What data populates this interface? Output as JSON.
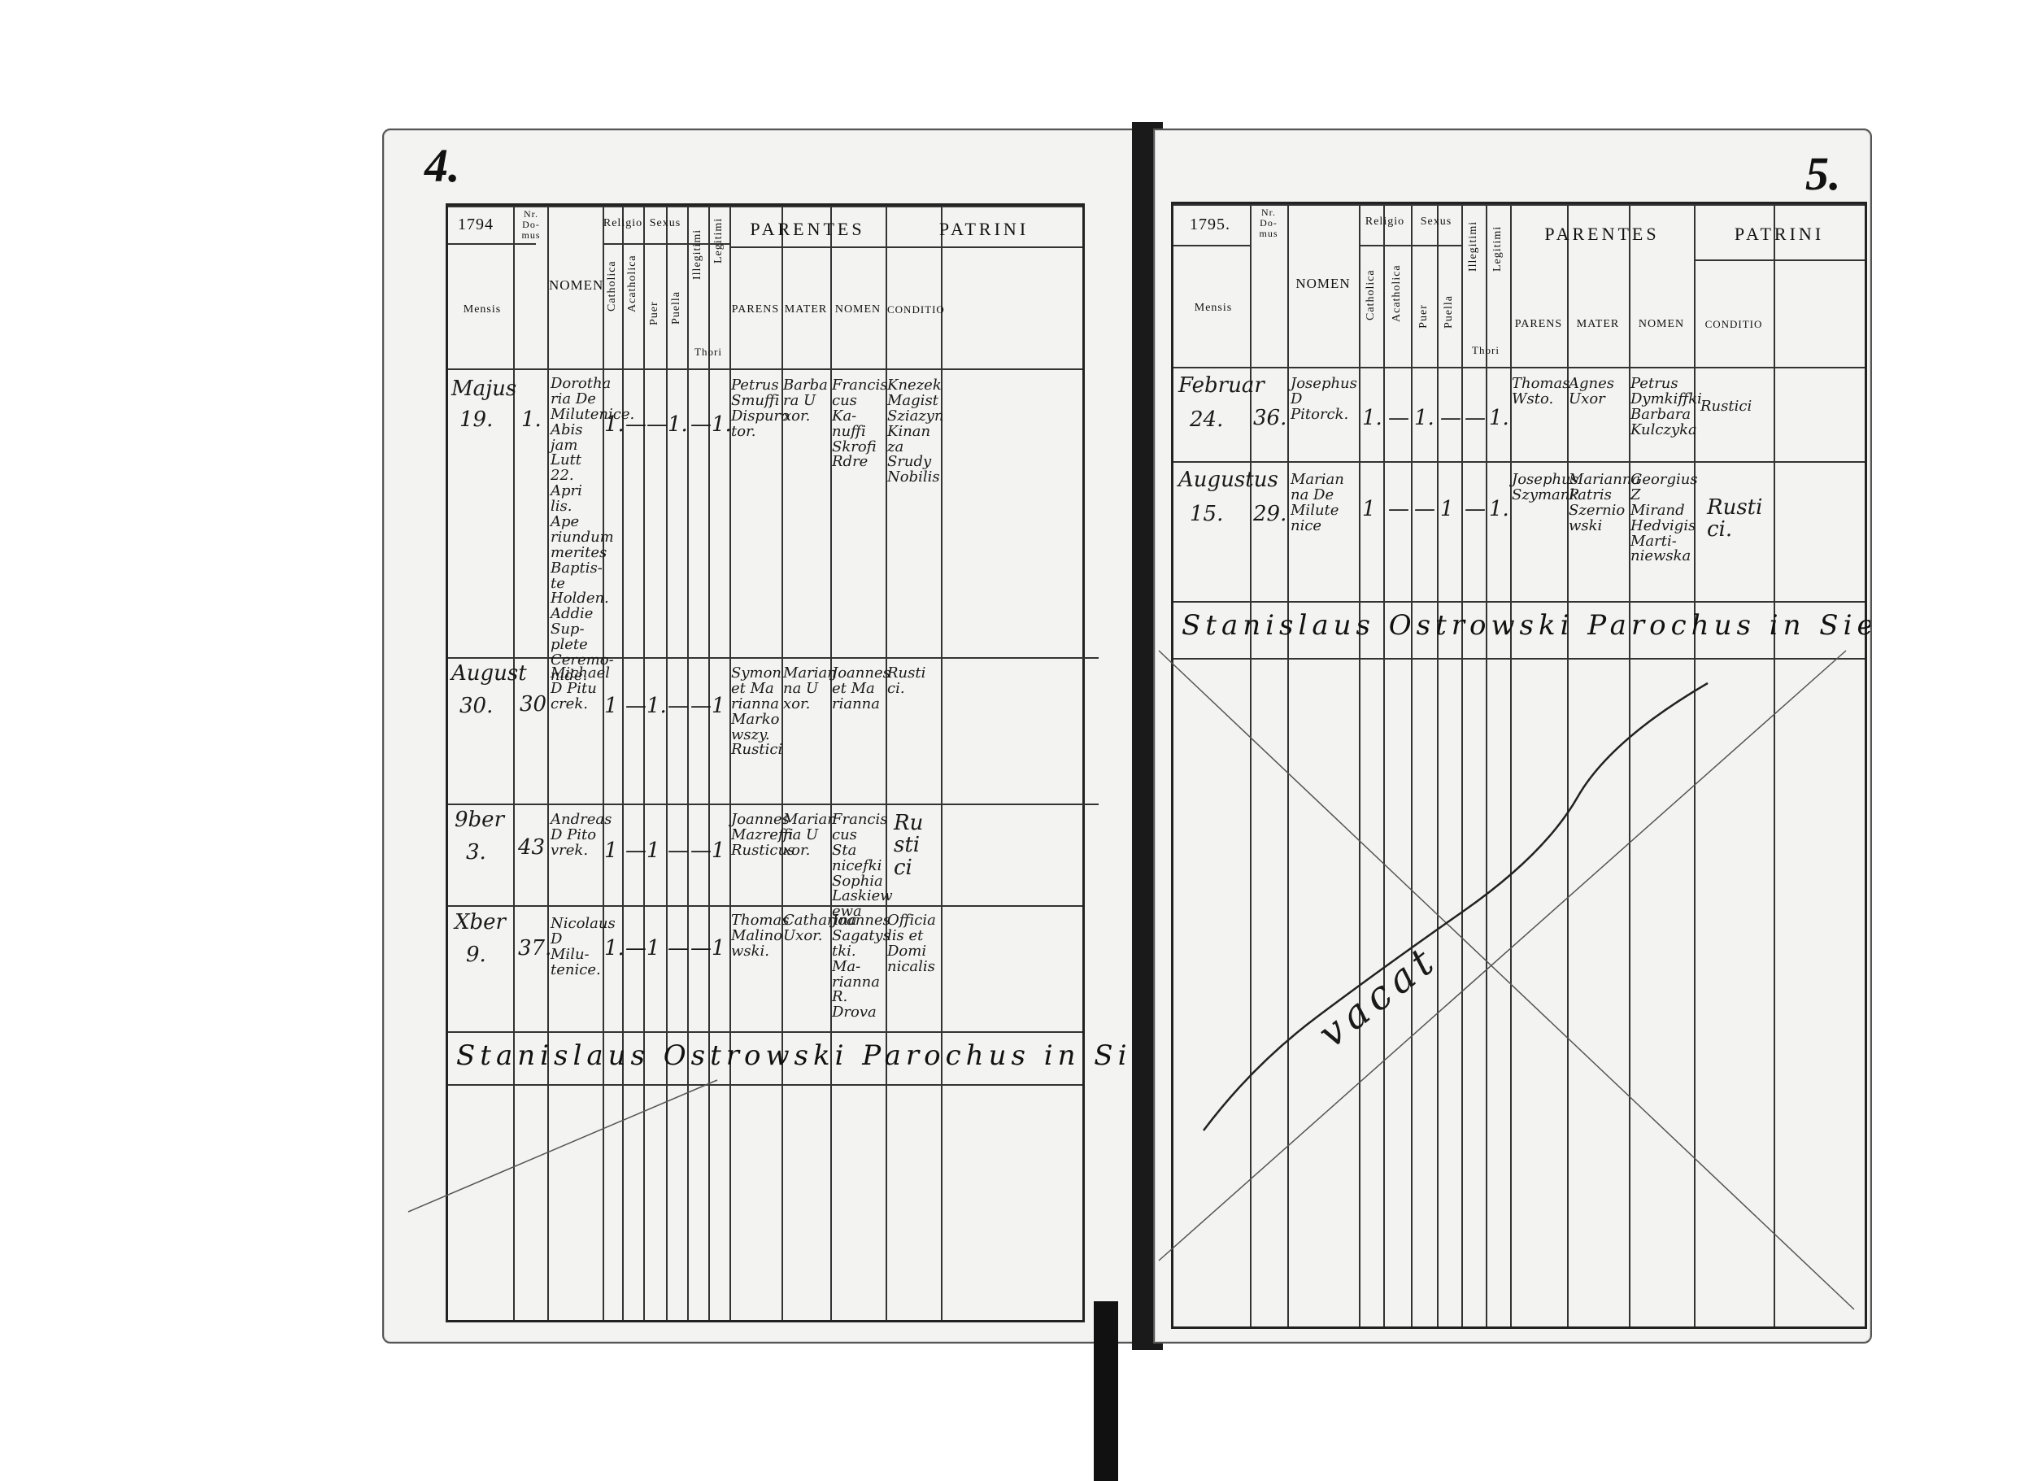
{
  "left": {
    "page_number": "4.",
    "year": "1794",
    "headers": {
      "nr_domus": "Nr. Do- mus",
      "nomen": "NOMEN",
      "religio": "Religio",
      "sexus": "Sexus",
      "parentes": "PARENTES",
      "patrini": "PATRINI",
      "mensis": "Mensis",
      "catholica": "Catholica",
      "acatholica": "Acatholica",
      "puer": "Puer",
      "puella": "Puella",
      "illegitimi": "Illegitimi",
      "legitimi": "Legitimi",
      "thori": "Thori",
      "parens": "PARENS",
      "mater": "MATER",
      "nomen_patrini": "NOMEN",
      "conditio": "CONDITIO"
    },
    "entries": [
      {
        "month": "Majus",
        "day": "19.",
        "domus": "1.",
        "name": "Dorotha ria De Milutenice. Abis jam Lutt 22. Apri lis. Ape riundum merites Baptis- te Holden. Addie Sup- plete Ceremo- nide.",
        "cath": "1.",
        "acath": "—",
        "puer": "—",
        "puella": "1.",
        "illeg": "—",
        "leg": "1.",
        "parens": "Petrus Smuffi Dispuro tor.",
        "mater": "Barba ra U xor.",
        "patrini": "Francis cus Ka- nuffi Skrofi Rdre",
        "conditio": "Knezek Magist Sziazyn Kinan za Srudy Nobilis"
      },
      {
        "month": "August",
        "day": "30.",
        "domus": "30",
        "name": "Michael D Pitu crek.",
        "cath": "1",
        "acath": "—",
        "puer": "1.",
        "puella": "—",
        "illeg": "—",
        "leg": "1",
        "parens": "Symon et Ma rianna Marko wszy. Rustici",
        "mater": "Marian na U xor.",
        "patrini": "Joannes et Ma rianna",
        "conditio": "Rusti ci."
      },
      {
        "month": "9ber",
        "day": "3.",
        "domus": "43",
        "name": "Andreas D Pito vrek.",
        "cath": "1",
        "acath": "—",
        "puer": "1",
        "puella": "—",
        "illeg": "—",
        "leg": "1",
        "parens": "Joannes Mazreffi Rusticus",
        "mater": "Marian na U xor.",
        "patrini": "Francis cus Sta nicefki Sophia Laskiew ewa",
        "conditio": "Ru sti ci"
      },
      {
        "month": "Xber",
        "day": "9.",
        "domus": "37.",
        "name": "Nicolaus D Milu- tenice.",
        "cath": "1.",
        "acath": "—",
        "puer": "1",
        "puella": "—",
        "illeg": "—",
        "leg": "1",
        "parens": "Thomas Malino wski.",
        "mater": "Catharina Uxor.",
        "patrini": "Joannes Sagatys tki. Ma- rianna R. Drova",
        "conditio": "Officia lis et Domi nicalis"
      }
    ],
    "signature": "Stanislaus Ostrowski Parochus in Sieradza"
  },
  "right": {
    "page_number": "5.",
    "year": "1795.",
    "headers": {
      "nr_domus": "Nr. Do- mus",
      "nomen": "NOMEN",
      "religio": "Religio",
      "sexus": "Sexus",
      "parentes": "PARENTES",
      "patrini": "PATRINI",
      "mensis": "Mensis",
      "catholica": "Catholica",
      "acatholica": "Acatholica",
      "puer": "Puer",
      "puella": "Puella",
      "illegitimi": "Illegitimi",
      "legitimi": "Legitimi",
      "thori": "Thori",
      "parens": "PARENS",
      "mater": "MATER",
      "nomen_patrini": "NOMEN",
      "conditio": "CONDITIO"
    },
    "entries": [
      {
        "month": "Februar",
        "day": "24.",
        "domus": "36.",
        "name": "Josephus D Pitorck.",
        "cath": "1.",
        "acath": "—",
        "puer": "1.",
        "puella": "—",
        "illeg": "—",
        "leg": "1.",
        "parens": "Thomas Wsto.",
        "mater": "Agnes Uxor",
        "patrini": "Petrus Dymkiffki Barbara Kulczyka",
        "conditio": "Rustici"
      },
      {
        "month": "Augustus",
        "day": "15.",
        "domus": "29.",
        "name": "Marian na De Milute nice",
        "cath": "1",
        "acath": "—",
        "puer": "—",
        "puella": "1",
        "illeg": "—",
        "leg": "1.",
        "parens": "Josephus Szymank",
        "mater": "Marianna Patris Szernio wski",
        "patrini": "Georgius Z Mirand Hedvigis Marti- niewska",
        "conditio": "Rusti ci."
      }
    ],
    "signature": "Stanislaus Ostrowski Parochus in Sieradza",
    "cancel_scribble": "vacat"
  }
}
